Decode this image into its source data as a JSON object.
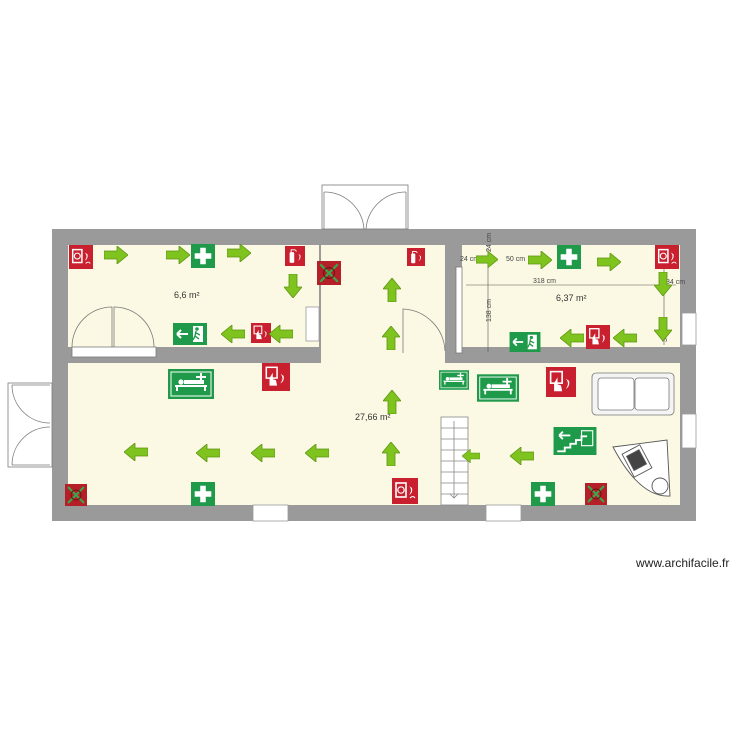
{
  "rooms": [
    {
      "area_label": "6,6 m²"
    },
    {
      "area_label": "6,37 m²"
    },
    {
      "area_label": "27,66 m²"
    }
  ],
  "dimensions": [
    "24 cm",
    "50 cm",
    "318 cm",
    "138 cm",
    "24 cm",
    "34 cm",
    "34 cm"
  ],
  "watermark": "www.archifacile.fr",
  "colors": {
    "wall": "#9a9a9a",
    "floor": "#fbf9e3",
    "arrow": "#7ec31e",
    "safe_sign": "#1e9a4a",
    "fire_sign": "#c8202e"
  },
  "symbols": {
    "arrow": "evacuation-arrow",
    "first_aid": "first-aid-cross-sign",
    "fire_hose": "fire-hose-reel-sign",
    "extinguisher": "fire-extinguisher-sign",
    "alarm": "fire-alarm-call-point-sign",
    "exit": "emergency-exit-sign",
    "stretcher": "stretcher-sign",
    "stairs_exit": "exit-stairs-sign",
    "forbidden": "prohibited-sign"
  }
}
